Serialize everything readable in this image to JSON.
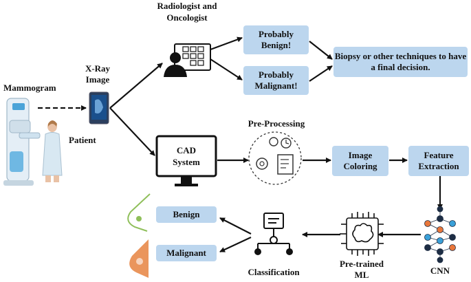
{
  "labels": {
    "mammogram": "Mammogram",
    "patient": "Patient",
    "xray_image": "X-Ray Image",
    "radiologist": "Radiologist and Oncologist",
    "pre_processing": "Pre-Processing",
    "classification": "Classification",
    "pretrained_ml": "Pre-trained ML",
    "cnn": "CNN"
  },
  "boxes": {
    "probably_benign": "Probably Benign!",
    "probably_malignant": "Probably Malignant!",
    "biopsy": "Biopsy or other techniques to have a final decision.",
    "image_coloring": "Image Coloring",
    "feature_extraction": "Feature Extraction",
    "benign": "Benign",
    "malignant": "Malignant"
  },
  "cad": {
    "line1": "CAD",
    "line2": "System"
  },
  "colors": {
    "box_fill": "#bcd6ee",
    "arrow": "#111111",
    "breast_benign": "#8fbf5a",
    "breast_malignant": "#e8894a"
  }
}
